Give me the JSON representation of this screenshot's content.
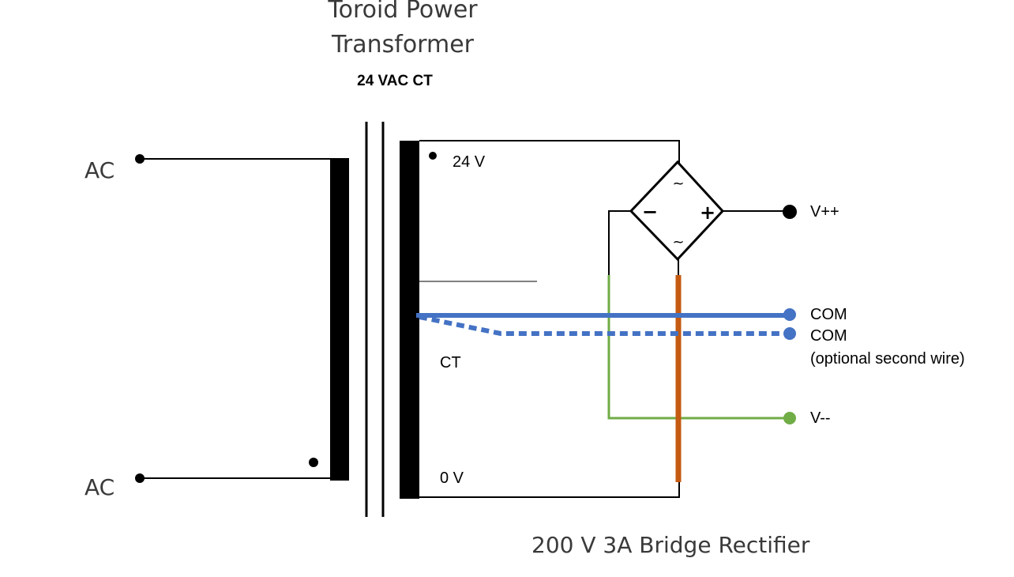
{
  "title": {
    "line1": "Toroid Power",
    "line2": "Transformer",
    "subtitle": "24 VAC CT"
  },
  "primary": {
    "terminal_top": "AC",
    "terminal_bottom": "AC"
  },
  "secondary": {
    "tap_24v": "24 V",
    "tap_ct": "CT",
    "tap_0v": "0 V"
  },
  "rectifier": {
    "label": "200 V  3A Bridge Rectifier",
    "ac_symbol": "~",
    "minus": "−",
    "plus": "+"
  },
  "outputs": {
    "vpp": "V++",
    "com": "COM",
    "com2": "COM",
    "com2_note": "(optional second wire)",
    "vmm": "V--"
  },
  "colors": {
    "wire": "#000000",
    "com_wire": "#4472c4",
    "negative_wire": "#70ad47",
    "positive_wire": "#c55a11"
  }
}
